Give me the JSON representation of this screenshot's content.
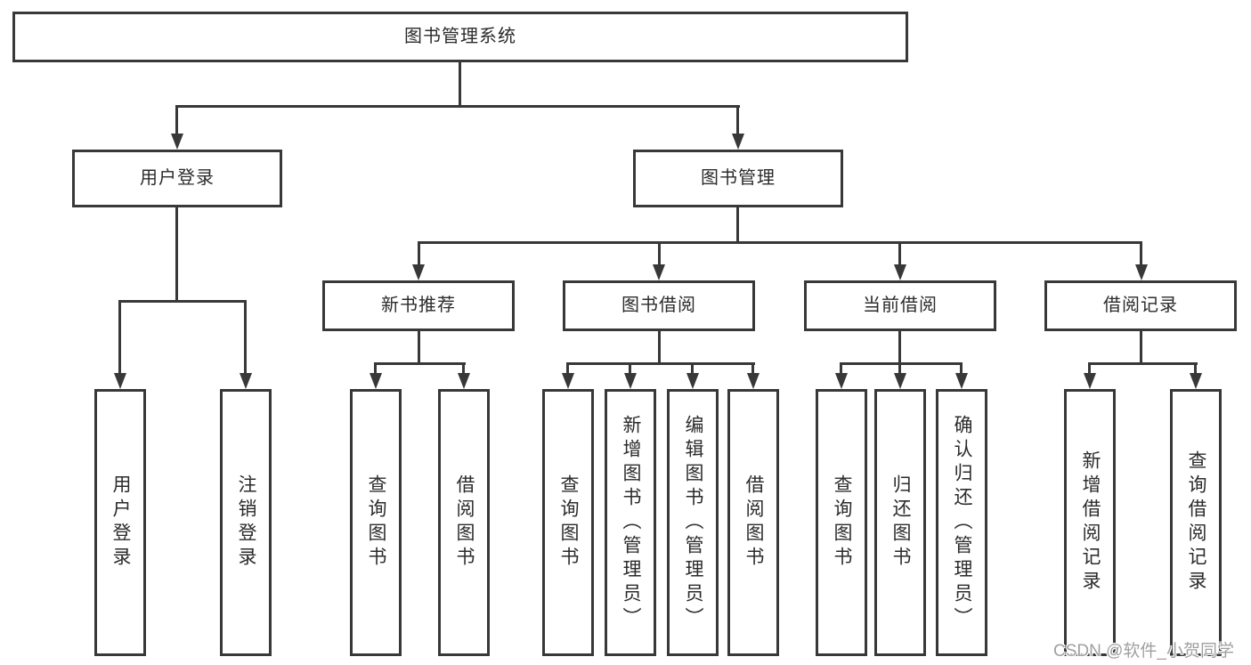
{
  "diagram": {
    "title": "图书管理系统",
    "colors": {
      "line": "#383838",
      "text": "#2b2b2b",
      "background": "#ffffff",
      "watermark": "#a0a0a0"
    },
    "tree": {
      "root": {
        "label": "图书管理系统"
      },
      "level2": [
        {
          "label": "用户登录"
        },
        {
          "label": "图书管理"
        }
      ],
      "level3": [
        {
          "label": "新书推荐",
          "parent": "图书管理"
        },
        {
          "label": "图书借阅",
          "parent": "图书管理"
        },
        {
          "label": "当前借阅",
          "parent": "图书管理"
        },
        {
          "label": "借阅记录",
          "parent": "图书管理"
        }
      ],
      "leaves": [
        {
          "label": "用户登录",
          "parent": "用户登录"
        },
        {
          "label": "注销登录",
          "parent": "用户登录"
        },
        {
          "label": "查询图书",
          "parent": "新书推荐"
        },
        {
          "label": "借阅图书",
          "parent": "新书推荐"
        },
        {
          "label": "查询图书",
          "parent": "图书借阅"
        },
        {
          "label": "新增图书（管理员）",
          "parent": "图书借阅"
        },
        {
          "label": "编辑图书（管理员）",
          "parent": "图书借阅"
        },
        {
          "label": "借阅图书",
          "parent": "图书借阅"
        },
        {
          "label": "查询图书",
          "parent": "当前借阅"
        },
        {
          "label": "归还图书",
          "parent": "当前借阅"
        },
        {
          "label": "确认归还（管理员）",
          "parent": "当前借阅"
        },
        {
          "label": "新增借阅记录",
          "parent": "借阅记录"
        },
        {
          "label": "查询借阅记录",
          "parent": "借阅记录"
        }
      ]
    }
  },
  "watermark": {
    "text": "CSDN @软件_小贺同学"
  }
}
